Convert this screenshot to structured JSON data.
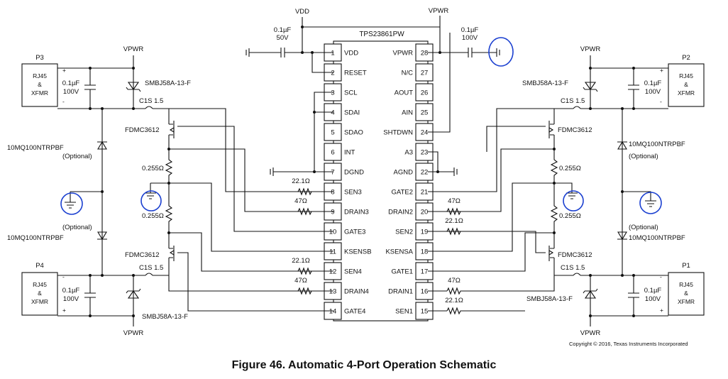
{
  "ic": {
    "name": "TPS23861PW",
    "pins_left": [
      {
        "num": "1",
        "name": "VDD"
      },
      {
        "num": "2",
        "name": "RESET"
      },
      {
        "num": "3",
        "name": "SCL"
      },
      {
        "num": "4",
        "name": "SDAI"
      },
      {
        "num": "5",
        "name": "SDAO"
      },
      {
        "num": "6",
        "name": "INT"
      },
      {
        "num": "7",
        "name": "DGND"
      },
      {
        "num": "8",
        "name": "SEN3"
      },
      {
        "num": "9",
        "name": "DRAIN3"
      },
      {
        "num": "10",
        "name": "GATE3"
      },
      {
        "num": "11",
        "name": "KSENSB"
      },
      {
        "num": "12",
        "name": "SEN4"
      },
      {
        "num": "13",
        "name": "DRAIN4"
      },
      {
        "num": "14",
        "name": "GATE4"
      }
    ],
    "pins_right": [
      {
        "num": "28",
        "name": "VPWR"
      },
      {
        "num": "27",
        "name": "N/C"
      },
      {
        "num": "26",
        "name": "AOUT"
      },
      {
        "num": "25",
        "name": "AIN"
      },
      {
        "num": "24",
        "name": "SHTDWN"
      },
      {
        "num": "23",
        "name": "A3"
      },
      {
        "num": "22",
        "name": "AGND"
      },
      {
        "num": "21",
        "name": "GATE2"
      },
      {
        "num": "20",
        "name": "DRAIN2"
      },
      {
        "num": "19",
        "name": "SEN2"
      },
      {
        "num": "18",
        "name": "KSENSA"
      },
      {
        "num": "17",
        "name": "GATE1"
      },
      {
        "num": "16",
        "name": "DRAIN1"
      },
      {
        "num": "15",
        "name": "SEN1"
      }
    ]
  },
  "labels": {
    "vdd": "VDD",
    "vpwr": "VPWR",
    "cap_value": "0.1µF",
    "cap_50v": "50V",
    "cap_100v": "100V",
    "rj45": "RJ45",
    "amp": "&",
    "xfmr": "XFMR",
    "tvs": "SMBJ58A-13-F",
    "fuse": "C1S 1.5",
    "fet": "FDMC3612",
    "diode": "10MQ100NTRPBF",
    "optional": "(Optional)",
    "r_sense": "0.255Ω",
    "r_221": "22.1Ω",
    "r_47": "47Ω",
    "plus": "+",
    "minus": "-"
  },
  "connectors": {
    "p1": "P1",
    "p2": "P2",
    "p3": "P3",
    "p4": "P4"
  },
  "copyright": "Copyright © 2016, Texas Instruments Incorporated",
  "caption": "Figure 46.  Automatic 4-Port Operation Schematic",
  "annotation_color": "#1a3fd0"
}
